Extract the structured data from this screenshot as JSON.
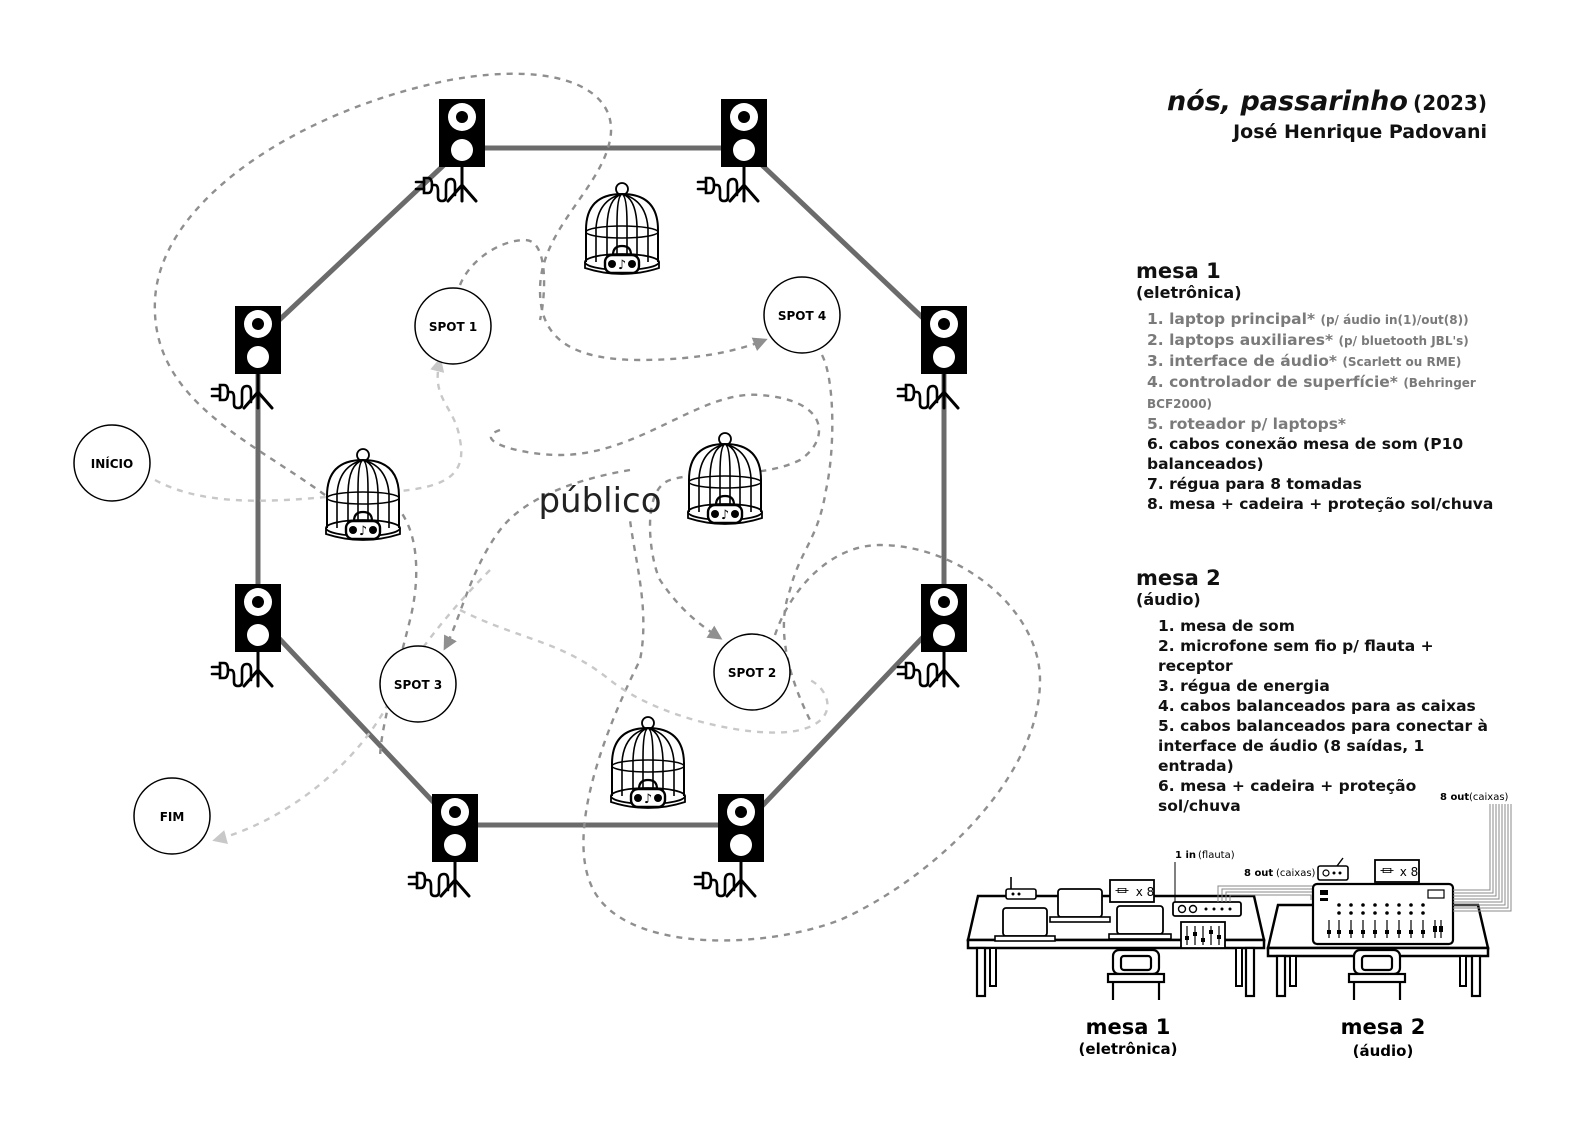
{
  "header": {
    "title": "nós, passarinho",
    "year": "(2023)",
    "author": "José Henrique Padovani"
  },
  "stage": {
    "center_label": "público",
    "start_label": "INÍCIO",
    "end_label": "FIM",
    "spots": [
      "SPOT 1",
      "SPOT 2",
      "SPOT 3",
      "SPOT 4"
    ],
    "speaker_count": 8,
    "birdcage_count": 4
  },
  "mesa1": {
    "title": "mesa 1",
    "subtitle": "(eletrônica)",
    "items": [
      {
        "text": "1. laptop principal*",
        "note": "(p/ áudio in(1)/out(8))",
        "gray": true
      },
      {
        "text": "2. laptops auxiliares*",
        "note": "(p/ bluetooth JBL's)",
        "gray": true
      },
      {
        "text": "3. interface de áudio*",
        "note": "(Scarlett ou RME)",
        "gray": true
      },
      {
        "text": "4. controlador de superfície*",
        "note": "(Behringer BCF2000)",
        "gray": true
      },
      {
        "text": "5. roteador p/ laptops*",
        "note": "",
        "gray": true
      },
      {
        "text": "6. cabos conexão mesa de som (P10 balanceados)",
        "note": "",
        "gray": false
      },
      {
        "text": "7. régua para 8 tomadas",
        "note": "",
        "gray": false
      },
      {
        "text": "8. mesa + cadeira + proteção sol/chuva",
        "note": "",
        "gray": false
      }
    ]
  },
  "mesa2": {
    "title": "mesa 2",
    "subtitle": "(áudio)",
    "items": [
      "1. mesa de som",
      "2. microfone sem fio p/ flauta + receptor",
      "3. régua de energia",
      "4. cabos balanceados para as caixas",
      "5. cabos balanceados para conectar à interface de áudio (8 saídas, 1 entrada)",
      "6. mesa + cadeira + proteção sol/chuva"
    ]
  },
  "setup": {
    "table1_label": "mesa 1",
    "table1_sub": "(eletrônica)",
    "table2_label": "mesa 2",
    "table2_sub": "(áudio)",
    "in_label": "1 in",
    "in_note": "(flauta)",
    "out_label": "8 out",
    "out_note": "(caixas)",
    "out2_label": "8 out",
    "out2_note": "(caixas)",
    "times8": "x 8",
    "times8_b": "x 8"
  },
  "colors": {
    "octagon": "#6b6b6b",
    "path_dark": "#8f8f8f",
    "path_light": "#c8c8c8",
    "gray_text": "#7a7a7a"
  }
}
